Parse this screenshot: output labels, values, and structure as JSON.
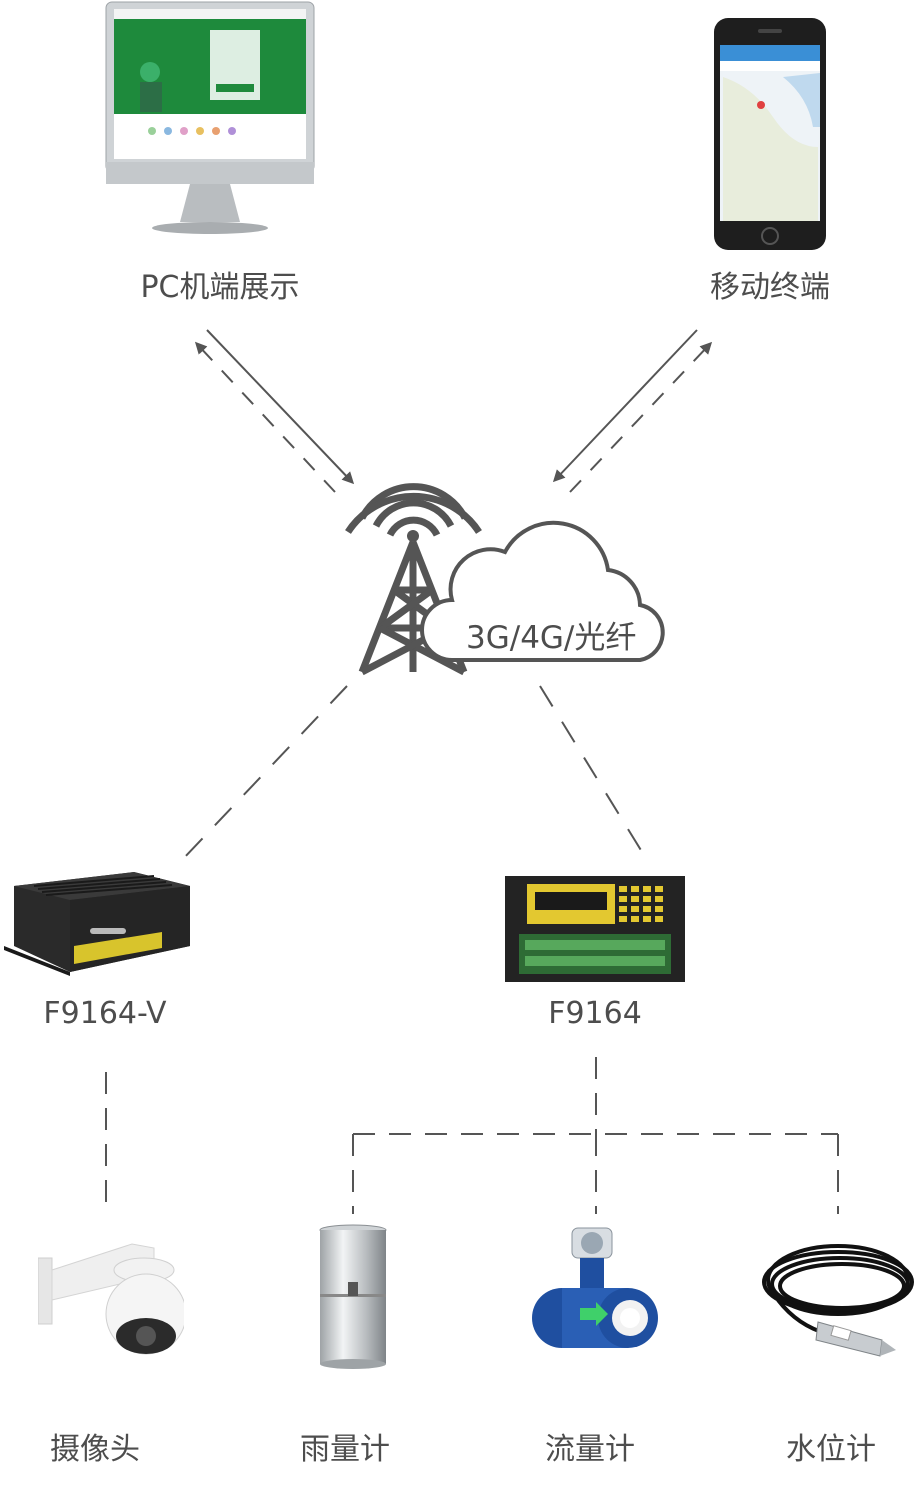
{
  "nodes": {
    "pc": {
      "label": "PC机端展示",
      "icon": "desktop-monitor-icon"
    },
    "mobile": {
      "label": "移动终端",
      "icon": "smartphone-icon"
    },
    "network": {
      "label": "3G/4G/光纤",
      "icon": "cell-tower-cloud-icon"
    },
    "f9164v": {
      "label": "F9164-V",
      "icon": "video-rtu-device-icon"
    },
    "f9164": {
      "label": "F9164",
      "icon": "rtu-device-icon"
    },
    "camera": {
      "label": "摄像头",
      "icon": "dome-camera-icon"
    },
    "rain_gauge": {
      "label": "雨量计",
      "icon": "rain-gauge-icon"
    },
    "flow_meter": {
      "label": "流量计",
      "icon": "flow-meter-icon"
    },
    "water_level": {
      "label": "水位计",
      "icon": "water-level-sensor-icon"
    }
  },
  "colors": {
    "line": "#555555",
    "screen_green": "#1e8a3c",
    "device_dark": "#2a2a2a",
    "panel_yellow": "#e3c830",
    "flow_blue": "#1f4fa0"
  }
}
